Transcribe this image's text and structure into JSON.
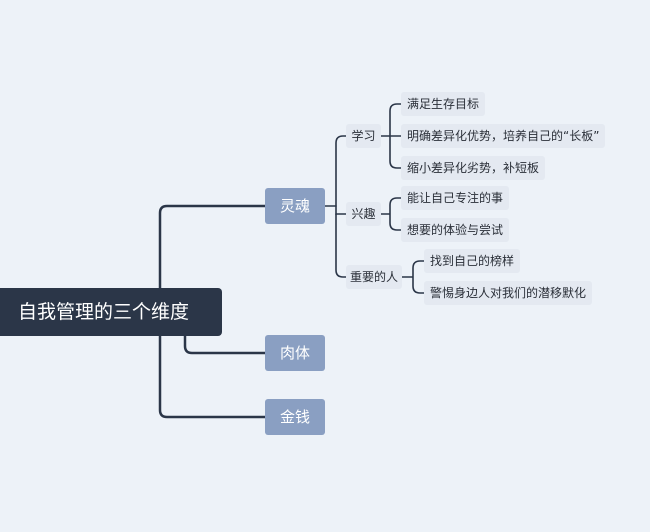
{
  "diagram": {
    "root": {
      "label": "自我管理的三个维度"
    },
    "branches": [
      {
        "label": "灵魂",
        "children": [
          {
            "label": "学习",
            "children": [
              "满足生存目标",
              "明确差异化优势，培养自己的“长板”",
              "缩小差异化劣势，补短板"
            ]
          },
          {
            "label": "兴趣",
            "children": [
              "能让自己专注的事",
              "想要的体验与尝试"
            ]
          },
          {
            "label": "重要的人",
            "children": [
              "找到自己的榜样",
              "警惕身边人对我们的潜移默化"
            ]
          }
        ]
      },
      {
        "label": "肉体",
        "children": []
      },
      {
        "label": "金钱",
        "children": []
      }
    ]
  },
  "colors": {
    "background": "#edf2f8",
    "root_fill": "#2b3648",
    "branch_fill": "#8a9fc2",
    "leaf_fill": "#e4e9f1",
    "connector": "#2b3648"
  }
}
